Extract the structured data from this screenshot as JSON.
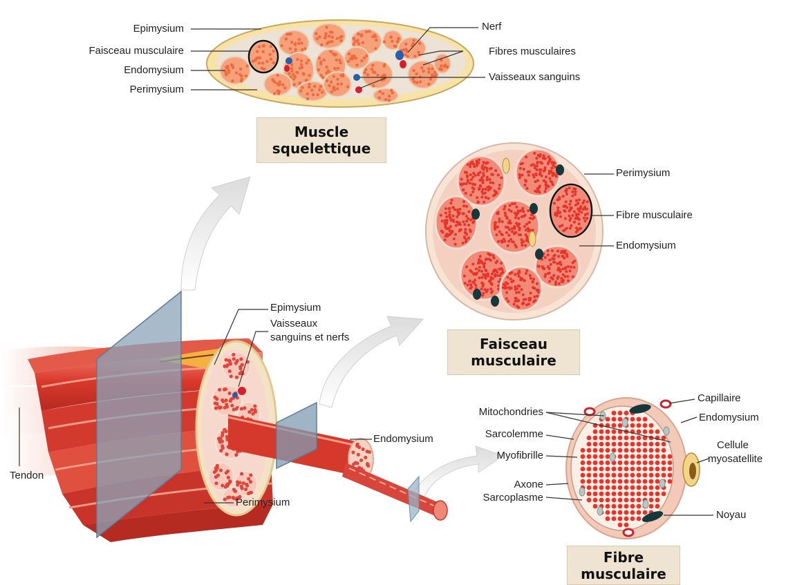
{
  "titles": {
    "muscle_line1": "Muscle",
    "muscle_line2": "squelettique",
    "faisceau_line1": "Faisceau",
    "faisceau_line2": "musculaire",
    "fibre_line1": "Fibre",
    "fibre_line2": "musculaire"
  },
  "muscle_section": {
    "epimysium": "Epimysium",
    "faisceau_musculaire": "Faisceau musculaire",
    "endomysium": "Endomysium",
    "perimysium": "Perimysium",
    "nerf": "Nerf",
    "fibres_musculaires": "Fibres musculaires",
    "vaisseaux_sanguins": "Vaisseaux sanguins"
  },
  "faisceau_section": {
    "perimysium": "Perimysium",
    "fibre_musculaire": "Fibre musculaire",
    "endomysium": "Endomysium"
  },
  "overview": {
    "epimysium": "Epimysium",
    "vaisseaux_line1": "Vaisseaux",
    "vaisseaux_line2": "sanguins et nerfs",
    "endomysium": "Endomysium",
    "tendon": "Tendon",
    "perimysium": "Perimysium"
  },
  "fibre_section": {
    "mitochondries": "Mitochondries",
    "sarcolemme": "Sarcolemme",
    "myofibrille": "Myofibrille",
    "axone": "Axone",
    "sarcoplasme": "Sarcoplasme",
    "capillaire": "Capillaire",
    "endomysium": "Endomysium",
    "cellule_line1": "Cellule",
    "cellule_line2": "myosatellite",
    "noyau": "Noyau"
  },
  "colors": {
    "muscle_red": "#e04a3a",
    "fibre_dot": "#e8322a",
    "tissue_pink": "#f6d2c4",
    "epimysium_yellow": "#f7e3a8",
    "plane_blue": "#7f9cb3",
    "arrow_grey": "#e8e8e8",
    "title_bg": "#efe3d2"
  }
}
